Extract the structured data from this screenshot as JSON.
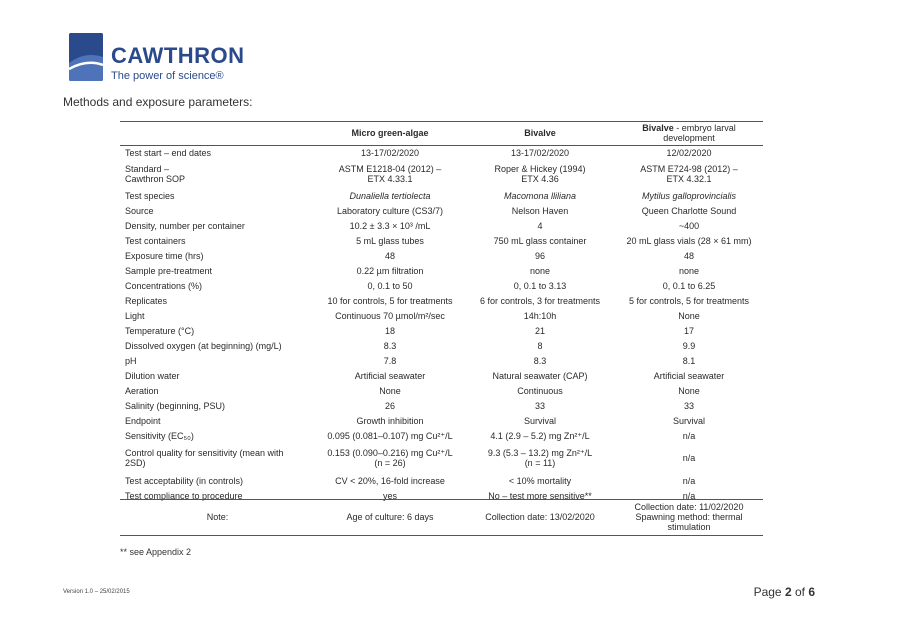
{
  "header": {
    "logo_name": "CAWTHRON",
    "logo_tagline": "The power of science®"
  },
  "section_title": "Methods and exposure parameters:",
  "table": {
    "columns": [
      "",
      "Micro green-algae",
      "Bivalve",
      "",
      "embryo larval\ndevelopment"
    ],
    "col3_bold": "Bivalve",
    "col3_rest": " - embryo larval",
    "col3_line2": "development",
    "rows": [
      [
        "Test start – end dates",
        "13-17/02/2020",
        "13-17/02/2020",
        "12/02/2020"
      ],
      [
        "Standard –\nCawthron SOP",
        "ASTM E1218-04 (2012) –\nETX 4.33.1",
        "Roper & Hickey (1994)\nETX 4.36",
        "ASTM E724-98 (2012) –\nETX 4.32.1"
      ],
      [
        "Test species",
        "Dunaliella tertiolecta",
        "Macomona lliliana",
        "Mytilus galloprovincialis"
      ],
      [
        "Source",
        "Laboratory culture (CS3/7)",
        "Nelson Haven",
        "Queen Charlotte Sound"
      ],
      [
        "Density, number per container",
        "10.2 ± 3.3 × 10³ /mL",
        "4",
        "~400"
      ],
      [
        "Test containers",
        "5 mL glass tubes",
        "750 mL glass container",
        "20 mL glass vials (28 × 61 mm)"
      ],
      [
        "Exposure time (hrs)",
        "48",
        "96",
        "48"
      ],
      [
        "Sample pre-treatment",
        "0.22 µm filtration",
        "none",
        "none"
      ],
      [
        "Concentrations (%)",
        "0, 0.1 to 50",
        "0, 0.1 to 3.13",
        "0, 0.1 to 6.25"
      ],
      [
        "Replicates",
        "10 for controls, 5 for treatments",
        "6 for controls, 3 for treatments",
        "5 for controls, 5 for treatments"
      ],
      [
        "Light",
        "Continuous 70 µmol/m²/sec",
        "14h:10h",
        "None"
      ],
      [
        "Temperature (°C)",
        "18",
        "21",
        "17"
      ],
      [
        "Dissolved oxygen (at beginning) (mg/L)",
        "8.3",
        "8",
        "9.9"
      ],
      [
        "pH",
        "7.8",
        "8.3",
        "8.1"
      ],
      [
        "Dilution water",
        "Artificial seawater",
        "Natural seawater (CAP)",
        "Artificial seawater"
      ],
      [
        "Aeration",
        "None",
        "Continuous",
        "None"
      ],
      [
        "Salinity (beginning, PSU)",
        "26",
        "33",
        "33"
      ],
      [
        "Endpoint",
        "Growth inhibition",
        "Survival",
        "Survival"
      ],
      [
        "Sensitivity (EC₅₀)",
        "0.095 (0.081–0.107) mg Cu²⁺/L",
        "4.1 (2.9 – 5.2) mg Zn²⁺/L",
        "n/a"
      ],
      [
        "Control quality for sensitivity (mean with\n2SD)",
        "0.153 (0.090–0.216) mg Cu²⁺/L\n(n = 26)",
        "9.3 (5.3 – 13.2) mg Zn²⁺/L\n(n = 11)",
        "n/a"
      ],
      [
        "Test acceptability (in controls)",
        "CV < 20%, 16-fold increase",
        "< 10% mortality",
        "n/a"
      ],
      [
        "Test compliance to procedure",
        "yes",
        "No – test more sensitive**",
        "n/a"
      ]
    ],
    "note_row": [
      "Note:",
      "Age of culture: 6 days",
      "Collection date: 13/02/2020",
      "Collection date: 11/02/2020\nSpawning method: thermal\nstimulation"
    ]
  },
  "footnote": "** see Appendix 2",
  "version": "Version 1.0 – 25/02/2015",
  "page": {
    "prefix": "Page ",
    "current": "2",
    "sep": " of ",
    "total": "6"
  }
}
